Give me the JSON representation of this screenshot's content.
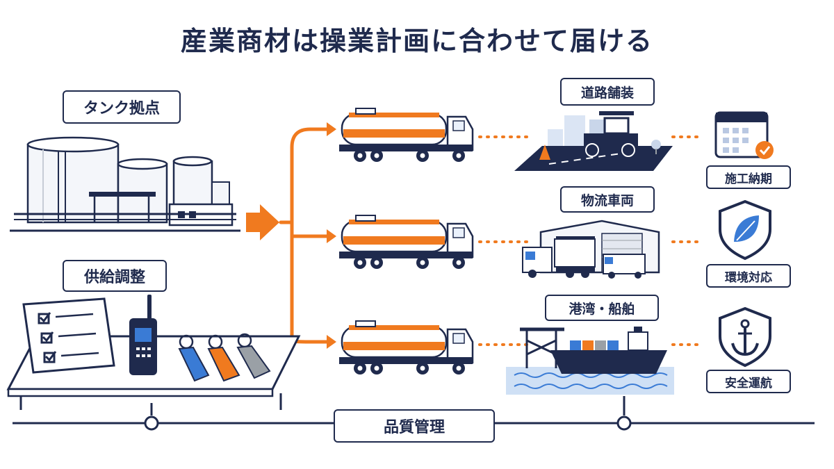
{
  "title": "産業商材は操業計画に合わせて届ける",
  "sources": {
    "tank_base": "タンク拠点",
    "supply_adjust": "供給調整"
  },
  "destinations": [
    {
      "label": "道路舗装",
      "outcome": "施工納期"
    },
    {
      "label": "物流車両",
      "outcome": "環境対応"
    },
    {
      "label": "港湾・船舶",
      "outcome": "安全運航"
    }
  ],
  "quality": "品質管理",
  "colors": {
    "navy": "#1f2a4d",
    "orange": "#f07a1f",
    "blue": "#3a7bd5",
    "gray": "#9aa0a6"
  },
  "icons": [
    "check-icon",
    "walkie-talkie-icon",
    "tag-icon",
    "calendar-icon",
    "leaf-shield-icon",
    "anchor-shield-icon"
  ]
}
